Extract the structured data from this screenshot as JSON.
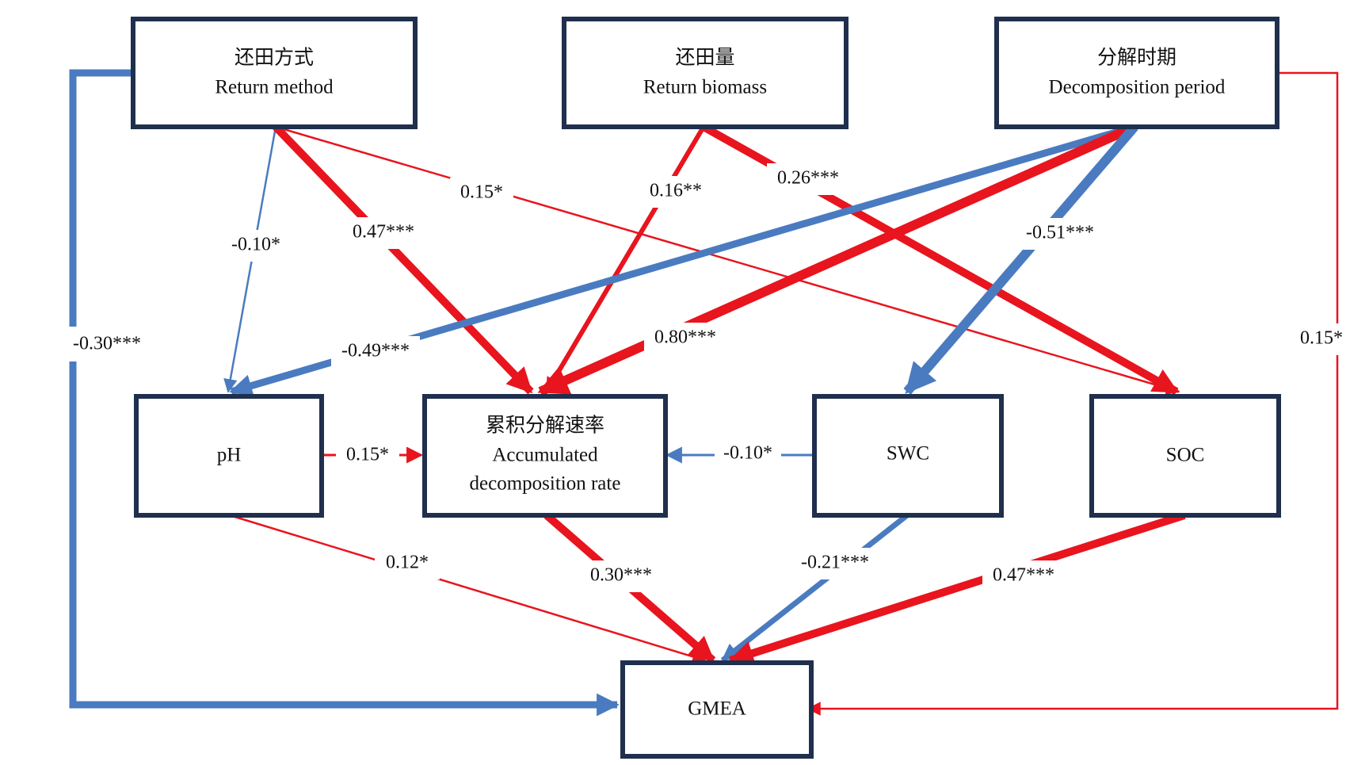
{
  "colors": {
    "positive": "#e8141e",
    "negative": "#4a7bc0",
    "box_border": "#1f2f4d"
  },
  "nodes": {
    "return_method": {
      "zh": "还田方式",
      "en": "Return method"
    },
    "return_biomass": {
      "zh": "还田量",
      "en": "Return biomass"
    },
    "decomp_period": {
      "zh": "分解时期",
      "en": "Decomposition period"
    },
    "ph": {
      "en": "pH"
    },
    "acc_rate": {
      "zh": "累积分解速率",
      "en1": "Accumulated",
      "en2": "decomposition rate"
    },
    "swc": {
      "en": "SWC"
    },
    "soc": {
      "en": "SOC"
    },
    "gmea": {
      "en": "GMEA"
    }
  },
  "paths": [
    {
      "id": "rm-gmea",
      "from": "return_method",
      "to": "gmea",
      "coef": "-0.30***",
      "sign": "negative"
    },
    {
      "id": "rm-ph",
      "from": "return_method",
      "to": "ph",
      "coef": "-0.10*",
      "sign": "negative"
    },
    {
      "id": "rm-acc",
      "from": "return_method",
      "to": "acc_rate",
      "coef": "0.47***",
      "sign": "positive"
    },
    {
      "id": "rm-soc",
      "from": "return_method",
      "to": "soc",
      "coef": "0.15*",
      "sign": "positive"
    },
    {
      "id": "rb-acc",
      "from": "return_biomass",
      "to": "acc_rate",
      "coef": "0.16**",
      "sign": "positive"
    },
    {
      "id": "rb-soc",
      "from": "return_biomass",
      "to": "soc",
      "coef": "0.26***",
      "sign": "positive"
    },
    {
      "id": "dp-ph",
      "from": "decomp_period",
      "to": "ph",
      "coef": "-0.49***",
      "sign": "negative"
    },
    {
      "id": "dp-acc",
      "from": "decomp_period",
      "to": "acc_rate",
      "coef": "0.80***",
      "sign": "positive"
    },
    {
      "id": "dp-swc",
      "from": "decomp_period",
      "to": "swc",
      "coef": "-0.51***",
      "sign": "negative"
    },
    {
      "id": "dp-gmea",
      "from": "decomp_period",
      "to": "gmea",
      "coef": "0.15*",
      "sign": "positive"
    },
    {
      "id": "ph-acc",
      "from": "ph",
      "to": "acc_rate",
      "coef": "0.15*",
      "sign": "positive"
    },
    {
      "id": "swc-acc",
      "from": "swc",
      "to": "acc_rate",
      "coef": "-0.10*",
      "sign": "negative"
    },
    {
      "id": "ph-gmea",
      "from": "ph",
      "to": "gmea",
      "coef": "0.12*",
      "sign": "positive"
    },
    {
      "id": "acc-gmea",
      "from": "acc_rate",
      "to": "gmea",
      "coef": "0.30***",
      "sign": "positive"
    },
    {
      "id": "swc-gmea",
      "from": "swc",
      "to": "gmea",
      "coef": "-0.21***",
      "sign": "negative"
    },
    {
      "id": "soc-gmea",
      "from": "soc",
      "to": "gmea",
      "coef": "0.47***",
      "sign": "positive"
    }
  ]
}
